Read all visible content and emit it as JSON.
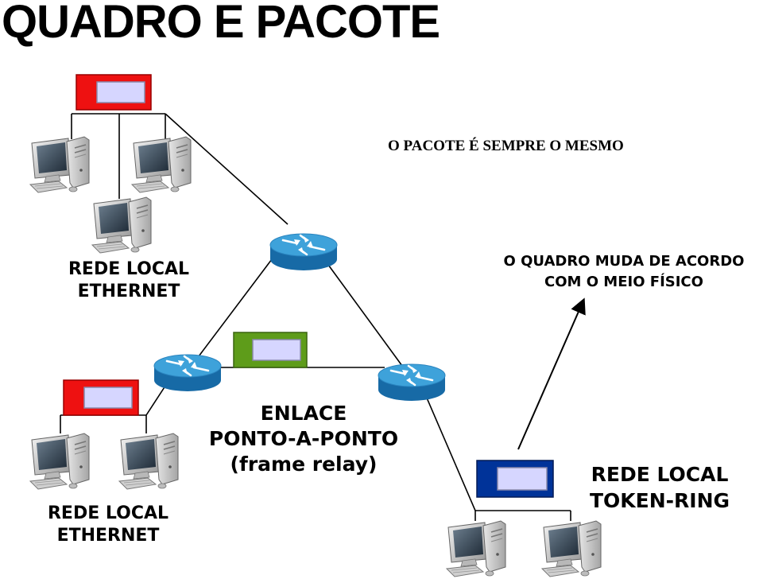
{
  "title": "QUADRO E PACOTE",
  "notes": {
    "same_packet": "O PACOTE É SEMPRE O MESMO",
    "frame_changes_line1": "O QUADRO MUDA DE ACORDO",
    "frame_changes_line2": "COM O MEIO FÍSICO"
  },
  "networks": {
    "top_left": {
      "line1": "REDE LOCAL",
      "line2": "ETHERNET"
    },
    "bottom_left": {
      "line1": "REDE LOCAL",
      "line2": "ETHERNET"
    },
    "bottom_right": {
      "line1": "REDE LOCAL",
      "line2": "TOKEN-RING"
    }
  },
  "link": {
    "line1": "ENLACE",
    "line2": "PONTO-A-PONTO",
    "line3": "(frame relay)"
  },
  "colors": {
    "ethernet_frame": "#ee1111",
    "frame_relay_frame": "#5e9c1a",
    "token_ring_frame": "#003399",
    "packet": "#d6d6ff",
    "router_top": "#3ea2da",
    "router_side": "#176aa6"
  },
  "icons": [
    "computer-icon",
    "router-icon",
    "frame-icon",
    "arrow-icon"
  ]
}
